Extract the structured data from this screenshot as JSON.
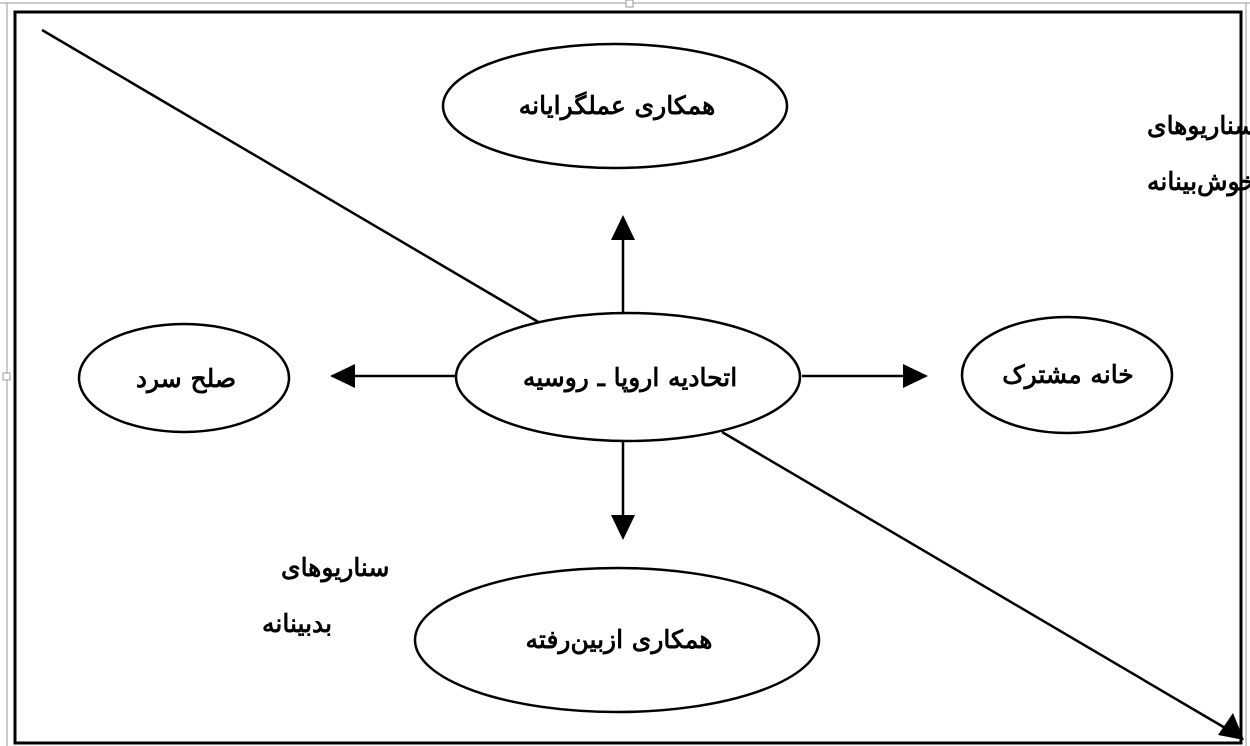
{
  "diagram": {
    "nodes": {
      "center": {
        "label": "اتحادیه اروپا ـ روسیه"
      },
      "top": {
        "label": "همکاری عملگرایانه"
      },
      "bottom": {
        "label": "همکاری ازبین‌رفته"
      },
      "left": {
        "label": "صلح سرد"
      },
      "right": {
        "label": "خانه مشترک"
      }
    },
    "labels": {
      "optimistic": {
        "line1": "سناریوهای",
        "line2": "خوش‌بینانه"
      },
      "pessimistic": {
        "line1": "سناریوهای",
        "line2": "بدبینانه"
      }
    }
  }
}
